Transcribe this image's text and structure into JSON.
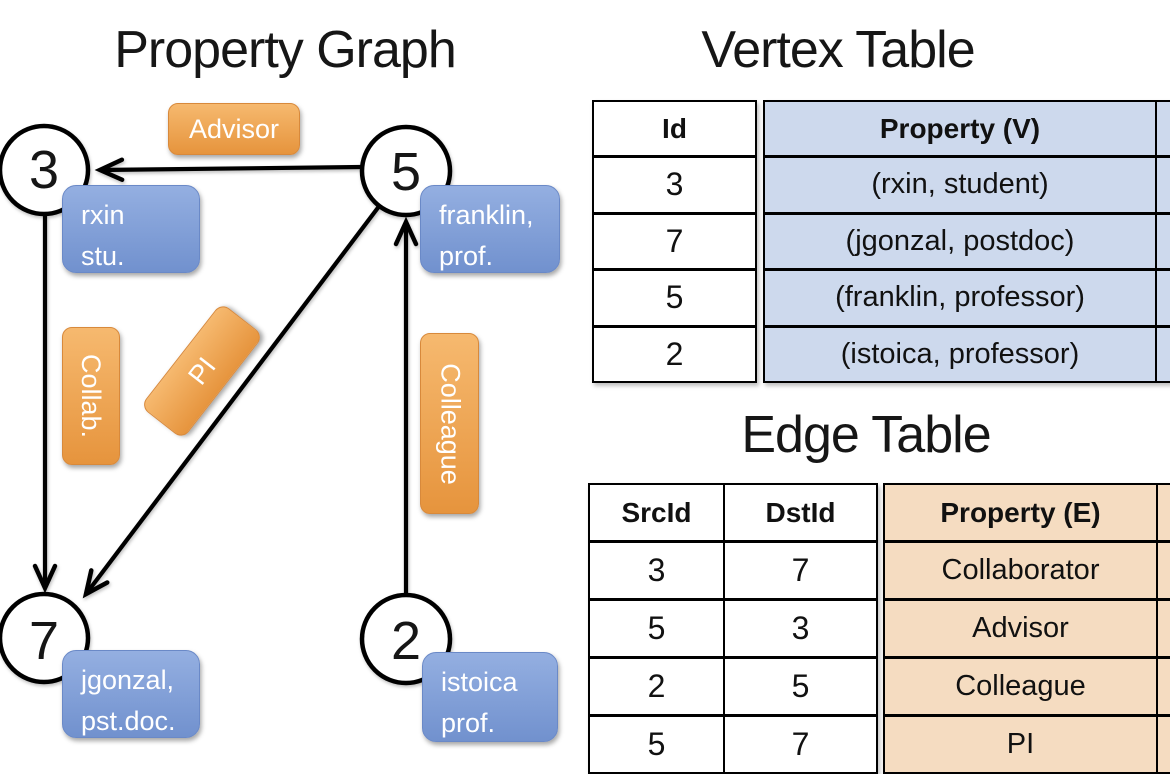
{
  "graph": {
    "title": "Property Graph",
    "nodes": [
      {
        "id": "3",
        "label_lines": [
          "rxin",
          "stu."
        ]
      },
      {
        "id": "5",
        "label_lines": [
          "franklin,",
          "prof."
        ]
      },
      {
        "id": "7",
        "label_lines": [
          "jgonzal,",
          "pst.doc."
        ]
      },
      {
        "id": "2",
        "label_lines": [
          "istoica",
          "prof."
        ]
      }
    ],
    "edge_labels": {
      "advisor": "Advisor",
      "collab": "Collab.",
      "pi": "PI",
      "colleague": "Colleague"
    }
  },
  "vertex_table": {
    "title": "Vertex Table",
    "columns": [
      "Id",
      "Property (V)"
    ],
    "rows": [
      {
        "id": "3",
        "property": "(rxin, student)"
      },
      {
        "id": "7",
        "property": "(jgonzal, postdoc)"
      },
      {
        "id": "5",
        "property": "(franklin, professor)"
      },
      {
        "id": "2",
        "property": "(istoica, professor)"
      }
    ]
  },
  "edge_table": {
    "title": "Edge Table",
    "columns": [
      "SrcId",
      "DstId",
      "Property (E)"
    ],
    "rows": [
      {
        "src": "3",
        "dst": "7",
        "property": "Collaborator"
      },
      {
        "src": "5",
        "dst": "3",
        "property": "Advisor"
      },
      {
        "src": "2",
        "dst": "5",
        "property": "Colleague"
      },
      {
        "src": "5",
        "dst": "7",
        "property": "PI"
      }
    ]
  },
  "colors": {
    "orange_top": "#F6B96F",
    "orange_bottom": "#E6943D",
    "orange_border": "#D8893B",
    "blue_top": "#94AFE1",
    "blue_bottom": "#7191CE",
    "blue_border": "#6A89C7",
    "vertex_cell_bg": "#CDD9ED",
    "edge_cell_bg": "#F5DCC1",
    "line_color": "#000000",
    "label_text": "#FFFFFF"
  }
}
